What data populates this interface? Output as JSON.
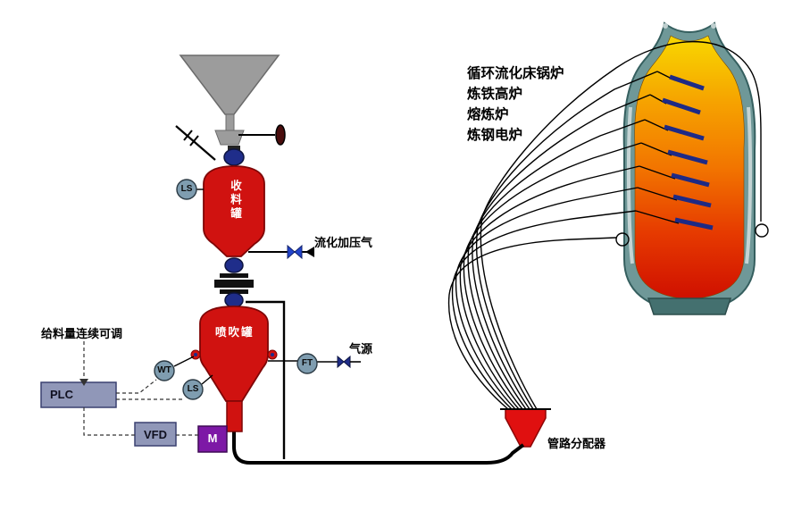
{
  "page": {
    "type": "pneumatic-conveying-injection-system-diagram",
    "background": "#ffffff"
  },
  "equipment": {
    "receiving_tank": "收料罐",
    "injection_tank": "喷吹罐",
    "distributor": "管路分配器"
  },
  "lines": {
    "fluidizing_gas": "流化加压气",
    "gas_source": "气源"
  },
  "control": {
    "plc": "PLC",
    "vfd": "VFD",
    "motor": "M",
    "feed_note": "给料量连续可调"
  },
  "instruments": {
    "ls_top": "LS",
    "wt": "WT",
    "ls_bottom": "LS",
    "ft": "FT"
  },
  "applications": [
    "循环流化床锅炉",
    "炼铁高炉",
    "熔炼炉",
    "炼钢电炉"
  ],
  "colors": {
    "vessel_red": "#d01210",
    "hopper_gray": "#9c9c9c",
    "valve_dark_blue": "#1f2d8a",
    "butterfly_blue": "#2244cc",
    "instrument_fill": "#7f9db0",
    "control_box": "#9097b8",
    "motor_purple": "#7d18a6",
    "distributor_red": "#e01010",
    "furnace_shell": "#6f9898",
    "flame_top": "#f8d800",
    "flame_mid": "#f27500",
    "flame_bottom": "#cf0f00"
  }
}
